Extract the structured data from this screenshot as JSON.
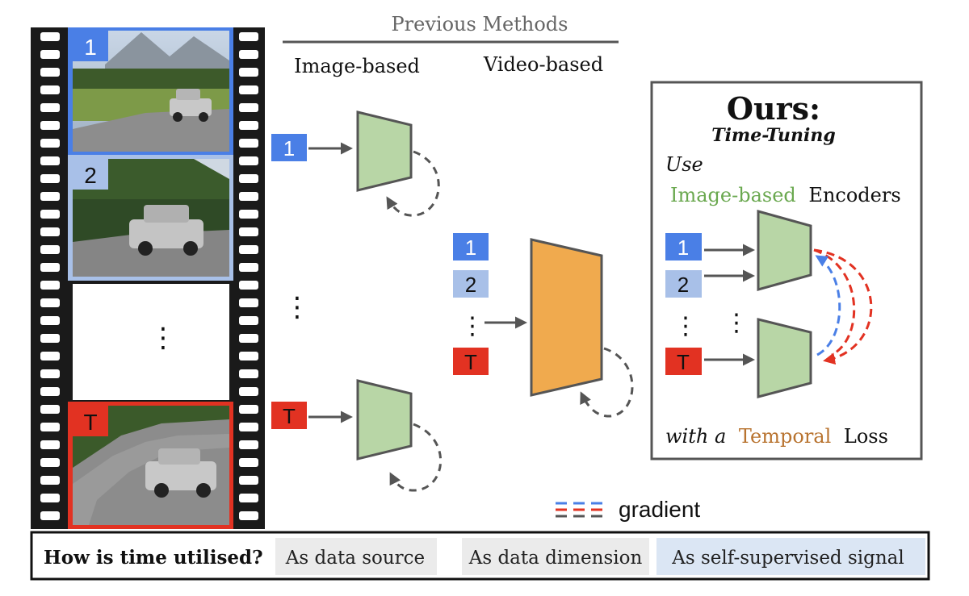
{
  "header": {
    "title": "Previous Methods",
    "image_based": "Image-based",
    "video_based": "Video-based"
  },
  "frames": {
    "first": "1",
    "second": "2",
    "last": "T",
    "ellipsis": "⋮"
  },
  "badges": {
    "one": "1",
    "two": "2",
    "t": "T",
    "ellipsis": "⋮"
  },
  "ours": {
    "title": "Ours:",
    "subtitle": "Time-Tuning",
    "use": "Use",
    "image_based": "Image-based",
    "encoders": "Encoders",
    "with_a": "with a",
    "temporal": "Temporal",
    "loss": "Loss"
  },
  "legend": {
    "gradient": "gradient"
  },
  "bottom": {
    "question": "How is time utilised?",
    "data_source": "As data source",
    "data_dimension": "As data dimension",
    "self_supervised": "As self-supervised signal"
  },
  "colors": {
    "blue": "#4a7fe6",
    "light_blue": "#a8c0e8",
    "red": "#e23222",
    "green_fill": "#b8d6a6",
    "orange_fill": "#f0aa4e",
    "encoder_stroke": "#555555",
    "ours_green": "#6aa84f",
    "ours_orange": "#b8732f",
    "cell_gray": "#ebebeb",
    "cell_blue": "#dbe6f4"
  }
}
